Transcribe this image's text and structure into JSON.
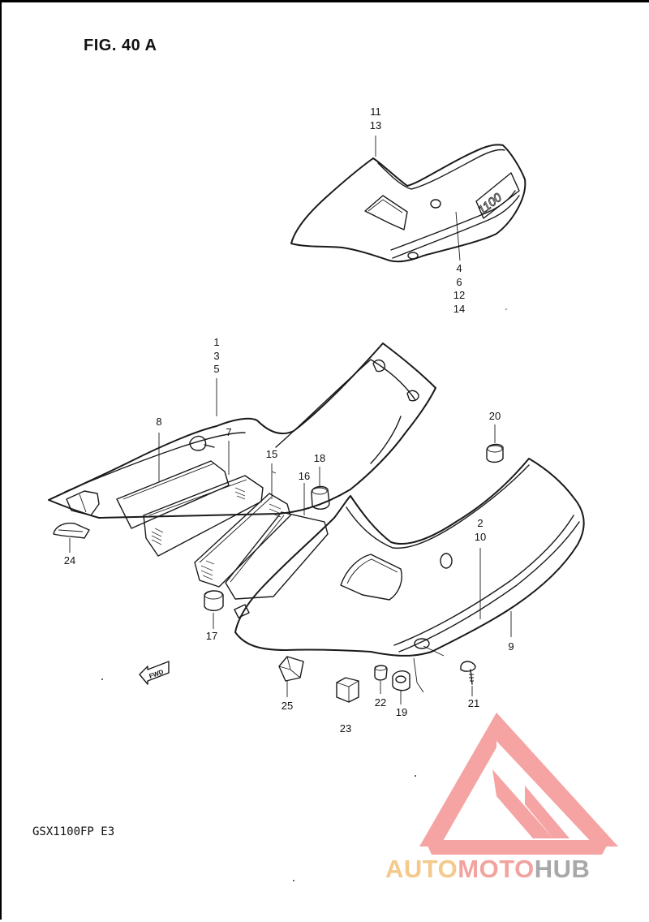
{
  "figure": {
    "title": "FIG. 40 A",
    "model_code": "GSX1100FP  E3",
    "decal_text": "1100",
    "fwd_label": "FWD"
  },
  "callouts": [
    {
      "id": "c-11-13",
      "lines": [
        "11",
        "13"
      ]
    },
    {
      "id": "c-4-6-12-14",
      "lines": [
        "4",
        "6",
        "12",
        "14"
      ]
    },
    {
      "id": "c-1-3-5",
      "lines": [
        "1",
        "3",
        "5"
      ]
    },
    {
      "id": "c-8",
      "lines": [
        "8"
      ]
    },
    {
      "id": "c-7",
      "lines": [
        "7"
      ]
    },
    {
      "id": "c-15",
      "lines": [
        "15"
      ]
    },
    {
      "id": "c-18",
      "lines": [
        "18"
      ]
    },
    {
      "id": "c-16",
      "lines": [
        "16"
      ]
    },
    {
      "id": "c-20",
      "lines": [
        "20"
      ]
    },
    {
      "id": "c-2-10",
      "lines": [
        "2",
        "10"
      ]
    },
    {
      "id": "c-24",
      "lines": [
        "24"
      ]
    },
    {
      "id": "c-17",
      "lines": [
        "17"
      ]
    },
    {
      "id": "c-9",
      "lines": [
        "9"
      ]
    },
    {
      "id": "c-25",
      "lines": [
        "25"
      ]
    },
    {
      "id": "c-22",
      "lines": [
        "22"
      ]
    },
    {
      "id": "c-19",
      "lines": [
        "19"
      ]
    },
    {
      "id": "c-21",
      "lines": [
        "21"
      ]
    },
    {
      "id": "c-23",
      "lines": [
        "23"
      ]
    }
  ],
  "watermark": {
    "part1": "AUTO",
    "part2": "MOTO",
    "part3": "HUB",
    "colors": {
      "triangle": "#ef6b6b",
      "auto": "#f4c98a",
      "moto": "#f2a39f",
      "hub": "#a8a8a8"
    }
  }
}
